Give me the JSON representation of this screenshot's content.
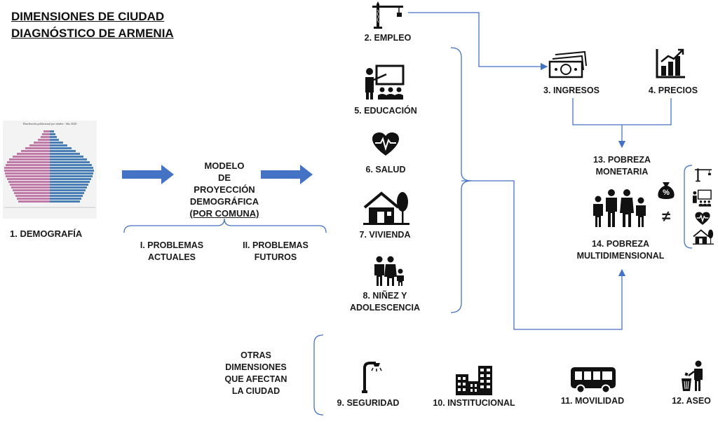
{
  "title": {
    "line1": "DIMENSIONES DE CIUDAD",
    "line2": "DIAGNÓSTICO DE ARMENIA"
  },
  "pyramid": {
    "chart_title": "Distribución poblacional por edades - Año 2020",
    "label": "1. DEMOGRAFÍA"
  },
  "model": {
    "line1": "MODELO",
    "line2": "DE",
    "line3": "PROYECCIÓN",
    "line4": "DEMOGRÁFICA",
    "line5": "(POR COMUNA)"
  },
  "problems": {
    "current_line1": "I. PROBLEMAS",
    "current_line2": "ACTUALES",
    "future_line1": "II. PROBLEMAS",
    "future_line2": "FUTUROS"
  },
  "dimensions": {
    "empleo": "2. EMPLEO",
    "ingresos": "3. INGRESOS",
    "precios": "4. PRECIOS",
    "educacion": "5. EDUCACIÓN",
    "salud": "6. SALUD",
    "vivienda": "7. VIVIENDA",
    "ninez_line1": "8. NIÑEZ Y",
    "ninez_line2": "ADOLESCENCIA",
    "seguridad": "9. SEGURIDAD",
    "institucional": "10. INSTITUCIONAL",
    "movilidad": "11. MOVILIDAD",
    "aseo": "12. ASEO"
  },
  "poverty": {
    "monetary_line1": "13. POBREZA",
    "monetary_line2": "MONETARIA",
    "multi_line1": "14. POBREZA",
    "multi_line2": "MULTIDIMENSIONAL",
    "not_equal": "≠",
    "percent": "%"
  },
  "others": {
    "line1": "OTRAS",
    "line2": "DIMENSIONES",
    "line3": "QUE AFECTAN",
    "line4": "LA CIUDAD"
  },
  "colors": {
    "arrow": "#4472c4",
    "pyramid_left": "#c07aa8",
    "pyramid_right": "#4a7fb5",
    "line": "#4472c4"
  }
}
